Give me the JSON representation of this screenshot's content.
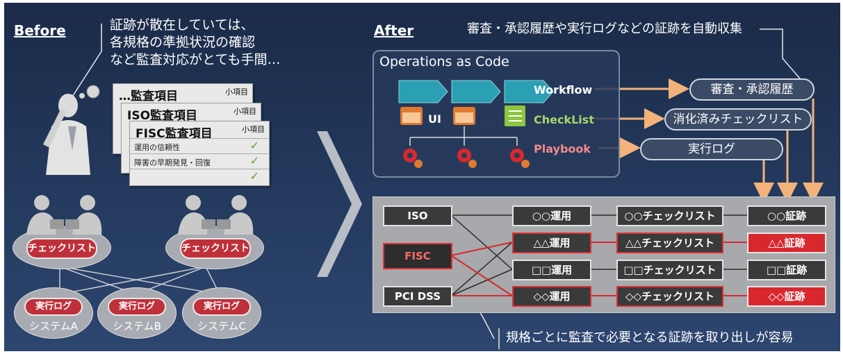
{
  "before": {
    "title": "Before",
    "callout_lines": [
      "証跡が散在していては、",
      "各規格の準拠状況の確認",
      "など監査対応がとても手間…"
    ],
    "docs": [
      {
        "title": "…監査項目",
        "sub": "小項目"
      },
      {
        "title": "ISO監査項目",
        "sub": "小項目"
      },
      {
        "title": "FISC監査項目",
        "sub": "小項目",
        "rows": [
          "運用の信頼性",
          "障害の早期発見・回復",
          ""
        ],
        "check": "✓"
      }
    ],
    "checklist_label": "チェックリスト",
    "systems": [
      {
        "log": "実行ログ",
        "name": "システムA"
      },
      {
        "log": "実行ログ",
        "name": "システムB"
      },
      {
        "log": "実行ログ",
        "name": "システムC"
      }
    ]
  },
  "after": {
    "title": "After",
    "callout": "審査・承認履歴や実行ログなどの証跡を自動収集",
    "oac_title": "Operations as Code",
    "ui_label": "UI",
    "workflow_label": "Workflow",
    "checklist_label": "CheckList",
    "playbook_label": "Playbook",
    "results": [
      "審査・承認履歴",
      "消化済みチェックリスト",
      "実行ログ"
    ],
    "standards": [
      "ISO",
      "FISC",
      "PCI DSS"
    ],
    "ops": [
      "○○運用",
      "△△運用",
      "□□運用",
      "◇◇運用"
    ],
    "checklists": [
      "○○チェックリスト",
      "△△チェックリスト",
      "□□チェックリスト",
      "◇◇チェックリスト"
    ],
    "evidence": [
      "○○証跡",
      "△△証跡",
      "□□証跡",
      "◇◇証跡"
    ],
    "bottom_callout": "規格ごとに監査で必要となる証跡を取り出しが容易"
  },
  "colors": {
    "accent_red": "#d8282e",
    "arrow_orange": "#f2b27a",
    "teal": "#3aa8b8",
    "check_green": "#8cc63f"
  }
}
